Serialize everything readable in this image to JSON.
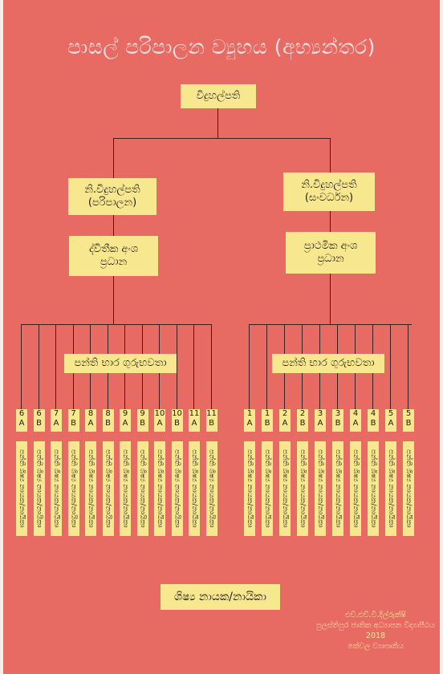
{
  "title": "පාසල් පරිපාලන ව්‍යුහය (අභ්‍යන්තර)",
  "principal": "විදුහල්පති",
  "dp_admin": {
    "line1": "නි.විදුහල්පති",
    "line2": "(පරිපාලන)"
  },
  "dp_dev": {
    "line1": "නි.විදුහල්පති",
    "line2": "(සංවර්ධන)"
  },
  "secondary_head": {
    "line1": "ද්විතීක අංශ",
    "line2": "ප්‍රධාන"
  },
  "primary_head": {
    "line1": "ප්‍රාථමික අංශ",
    "line2": "ප්‍රධාන"
  },
  "class_teachers_left": "පන්ති භාර ගුරුභවතා",
  "class_teachers_right": "පන්ති භාර ගුරුභවතා",
  "grades_left": [
    {
      "num": "6",
      "sec": "A"
    },
    {
      "num": "6",
      "sec": "B"
    },
    {
      "num": "7",
      "sec": "A"
    },
    {
      "num": "7",
      "sec": "B"
    },
    {
      "num": "8",
      "sec": "A"
    },
    {
      "num": "8",
      "sec": "B"
    },
    {
      "num": "9",
      "sec": "A"
    },
    {
      "num": "9",
      "sec": "B"
    },
    {
      "num": "10",
      "sec": "A"
    },
    {
      "num": "10",
      "sec": "B"
    },
    {
      "num": "11",
      "sec": "A"
    },
    {
      "num": "11",
      "sec": "B"
    }
  ],
  "grades_right": [
    {
      "num": "1",
      "sec": "A"
    },
    {
      "num": "1",
      "sec": "B"
    },
    {
      "num": "2",
      "sec": "A"
    },
    {
      "num": "2",
      "sec": "B"
    },
    {
      "num": "3",
      "sec": "A"
    },
    {
      "num": "3",
      "sec": "B"
    },
    {
      "num": "4",
      "sec": "A"
    },
    {
      "num": "4",
      "sec": "B"
    },
    {
      "num": "5",
      "sec": "A"
    },
    {
      "num": "5",
      "sec": "B"
    }
  ],
  "monitor_label": "පන්ති ශිෂ්‍ය නායක/නායිකා",
  "student_leader": "ශිෂ්‍ය නායක/නායිකා",
  "footer": {
    "line1": "එච්.එච්.වී.දිල්රුක්ෂි",
    "line2": "පුලස්තිපුර ජාතික අධ්‍යාපන විද්‍යාපීඨය",
    "line3": "2018",
    "line4": "කේවල ව්‍යාපෘතිය"
  }
}
